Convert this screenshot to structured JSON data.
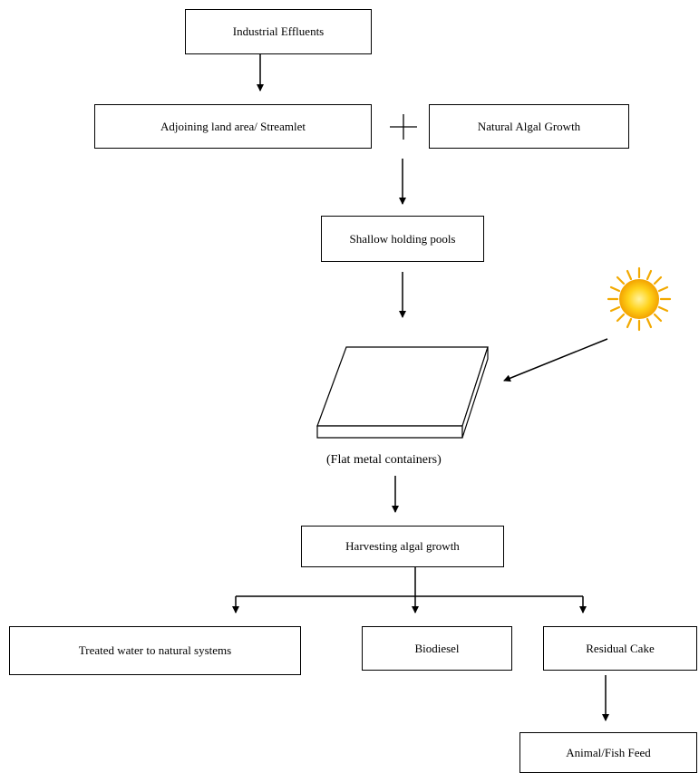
{
  "nodes": {
    "industrial_effluents": "Industrial Effluents",
    "adjoining_land": "Adjoining land area/ Streamlet",
    "natural_algal_growth": "Natural Algal Growth",
    "shallow_pools": "Shallow holding pools",
    "flat_containers_caption": "(Flat metal containers)",
    "harvesting": "Harvesting algal growth",
    "treated_water": "Treated water to natural systems",
    "biodiesel": "Biodiesel",
    "residual_cake": "Residual Cake",
    "animal_feed": "Animal/Fish Feed"
  },
  "icons": {
    "sun": "sun-icon",
    "plus": "plus-icon",
    "tray": "flat-metal-container-icon"
  },
  "colors": {
    "sun_outer": "#f5b800",
    "sun_inner": "#ffe680",
    "sun_rays": "#f2a900"
  }
}
